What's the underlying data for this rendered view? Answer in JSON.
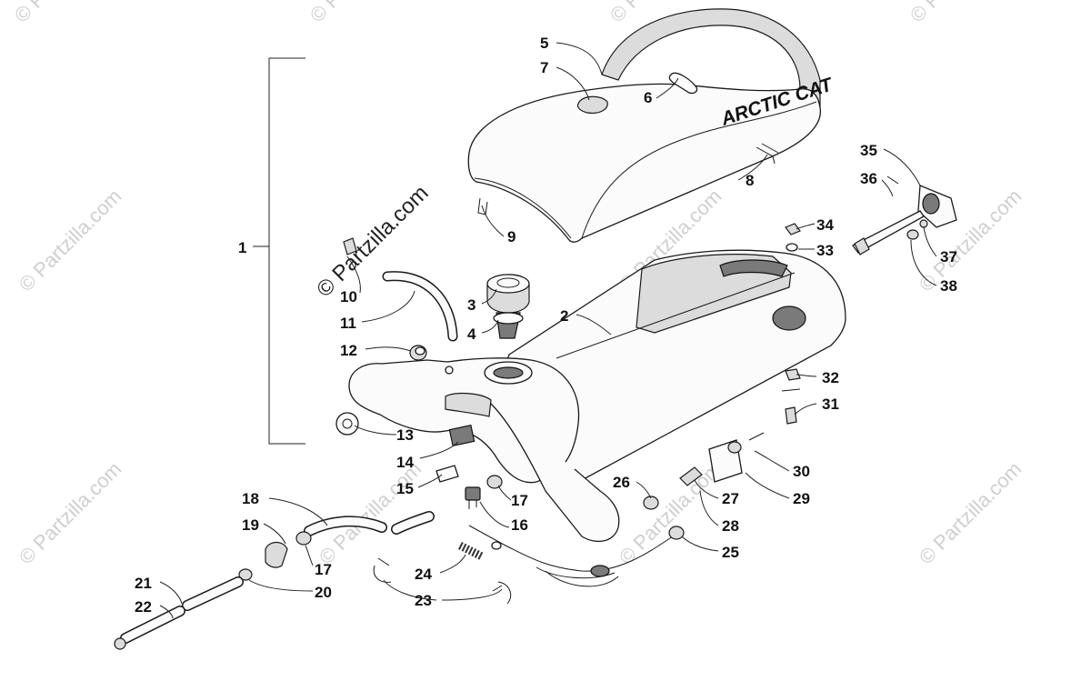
{
  "watermark": {
    "text": "© Partzilla.com",
    "color": "#cfcfcf"
  },
  "seat_branding": "ARCTIC CAT",
  "callouts": [
    {
      "id": "1",
      "label": "1"
    },
    {
      "id": "2",
      "label": "2"
    },
    {
      "id": "3",
      "label": "3"
    },
    {
      "id": "4",
      "label": "4"
    },
    {
      "id": "5",
      "label": "5"
    },
    {
      "id": "6",
      "label": "6"
    },
    {
      "id": "7",
      "label": "7"
    },
    {
      "id": "8",
      "label": "8"
    },
    {
      "id": "9",
      "label": "9"
    },
    {
      "id": "10",
      "label": "10"
    },
    {
      "id": "11",
      "label": "11"
    },
    {
      "id": "12",
      "label": "12"
    },
    {
      "id": "13",
      "label": "13"
    },
    {
      "id": "14",
      "label": "14"
    },
    {
      "id": "15",
      "label": "15"
    },
    {
      "id": "16",
      "label": "16"
    },
    {
      "id": "17a",
      "label": "17"
    },
    {
      "id": "17b",
      "label": "17"
    },
    {
      "id": "18",
      "label": "18"
    },
    {
      "id": "19",
      "label": "19"
    },
    {
      "id": "20",
      "label": "20"
    },
    {
      "id": "21",
      "label": "21"
    },
    {
      "id": "22",
      "label": "22"
    },
    {
      "id": "23",
      "label": "23"
    },
    {
      "id": "24",
      "label": "24"
    },
    {
      "id": "25",
      "label": "25"
    },
    {
      "id": "26",
      "label": "26"
    },
    {
      "id": "27",
      "label": "27"
    },
    {
      "id": "28",
      "label": "28"
    },
    {
      "id": "29",
      "label": "29"
    },
    {
      "id": "30",
      "label": "30"
    },
    {
      "id": "31",
      "label": "31"
    },
    {
      "id": "32",
      "label": "32"
    },
    {
      "id": "33",
      "label": "33"
    },
    {
      "id": "34",
      "label": "34"
    },
    {
      "id": "35",
      "label": "35"
    },
    {
      "id": "36",
      "label": "36"
    },
    {
      "id": "37",
      "label": "37"
    },
    {
      "id": "38",
      "label": "38"
    }
  ]
}
